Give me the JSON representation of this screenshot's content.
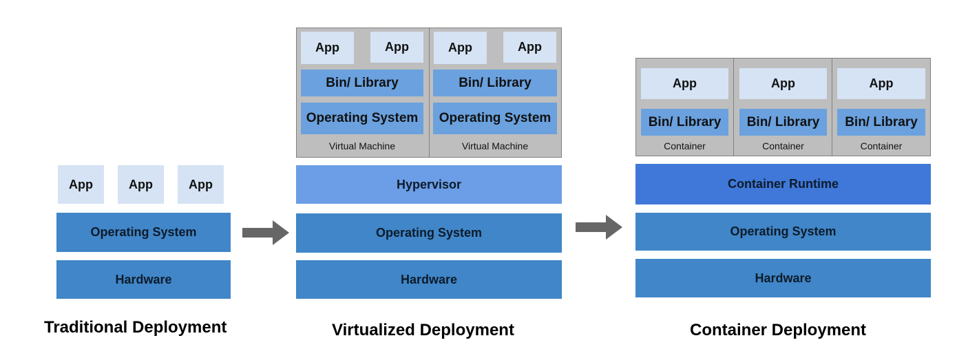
{
  "traditional": {
    "title": "Traditional Deployment",
    "apps": [
      "App",
      "App",
      "App"
    ],
    "os": "Operating System",
    "hardware": "Hardware"
  },
  "virtualized": {
    "title": "Virtualized Deployment",
    "vms": [
      {
        "apps": [
          "App",
          "App"
        ],
        "bin": "Bin/ Library",
        "os": "Operating System",
        "caption": "Virtual Machine"
      },
      {
        "apps": [
          "App",
          "App"
        ],
        "bin": "Bin/ Library",
        "os": "Operating System",
        "caption": "Virtual Machine"
      }
    ],
    "hypervisor": "Hypervisor",
    "os": "Operating System",
    "hardware": "Hardware"
  },
  "container": {
    "title": "Container Deployment",
    "containers": [
      {
        "app": "App",
        "bin": "Bin/ Library",
        "caption": "Container"
      },
      {
        "app": "App",
        "bin": "Bin/ Library",
        "caption": "Container"
      },
      {
        "app": "App",
        "bin": "Bin/ Library",
        "caption": "Container"
      }
    ],
    "runtime": "Container Runtime",
    "os": "Operating System",
    "hardware": "Hardware"
  },
  "colors": {
    "app": "#d5e3f4",
    "library": "#6aa1de",
    "layer": "#4086c8",
    "hypervisor": "#6b9ee6",
    "runtime": "#3f78d8",
    "machine_bg": "#bebebe",
    "arrow": "#666666"
  }
}
